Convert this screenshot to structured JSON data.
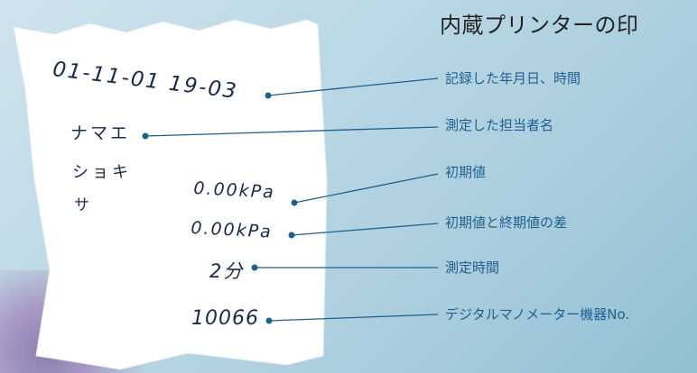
{
  "title": "内蔵プリンターの印",
  "receipt": {
    "datetime": "01-11-01 19-03",
    "name": "ナマエ",
    "label_shoki": "ショキ",
    "label_sa": "サ",
    "initial_value": "0.00kPa",
    "difference": "0.00kPa",
    "duration": "2分",
    "device_no": "10066"
  },
  "callouts": [
    "記録した年月日、時間",
    "測定した担当者名",
    "初期値",
    "初期値と終期値の差",
    "測定時間",
    "デジタルマノメーター機器No."
  ],
  "colors": {
    "accent": "#1f5f8e",
    "background": "#bcd9e6",
    "paper": "#ffffff"
  }
}
